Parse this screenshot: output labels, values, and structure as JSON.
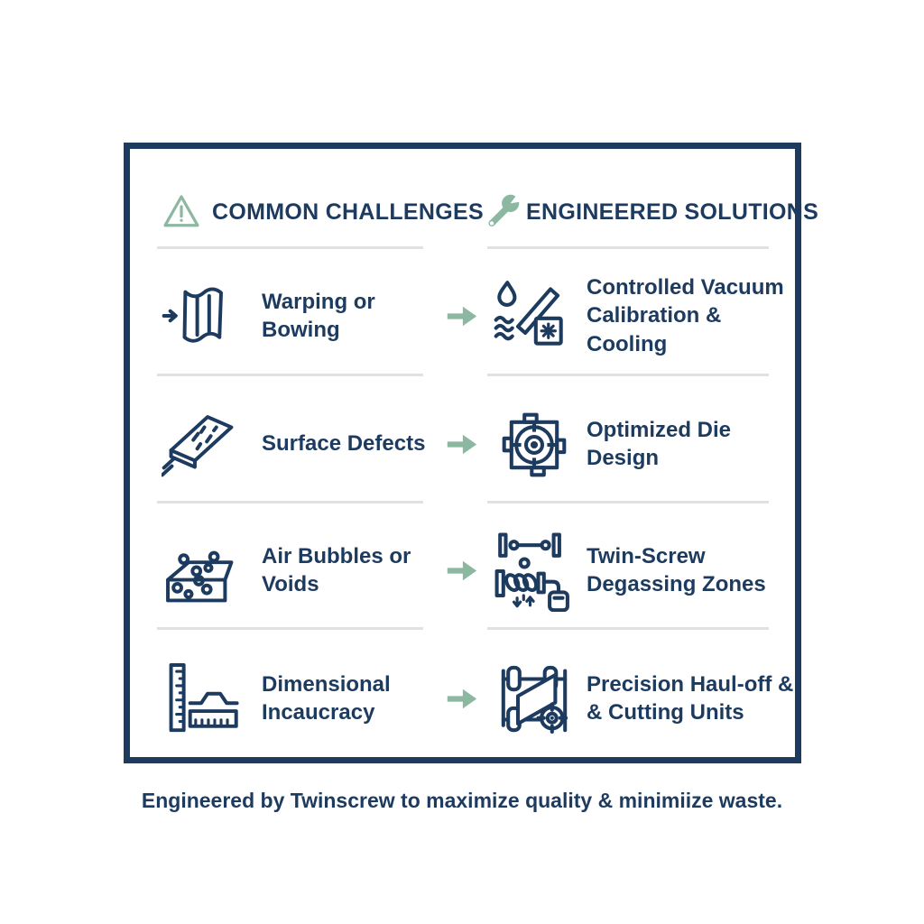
{
  "panel": {
    "header": {
      "challenges": {
        "icon": "warning-triangle-icon",
        "label": "COMMON CHALLENGES"
      },
      "solutions": {
        "icon": "wrench-icon",
        "label": "ENGINEERED SOLUTIONS"
      }
    },
    "rows": [
      {
        "challenge": {
          "icon": "warped-sheet-icon",
          "label": "Warping or Bowing"
        },
        "arrow_icon": "arrow-right-icon",
        "solution": {
          "icon": "vacuum-calibration-cooling-icon",
          "label": "Controlled Vacuum\nCalibration & Cooling"
        }
      },
      {
        "challenge": {
          "icon": "surface-defects-icon",
          "label": "Surface Defects"
        },
        "arrow_icon": "arrow-right-icon",
        "solution": {
          "icon": "die-plate-icon",
          "label": "Optimized Die Design"
        }
      },
      {
        "challenge": {
          "icon": "air-bubbles-icon",
          "label": "Air Bubbles or Voids"
        },
        "arrow_icon": "arrow-right-icon",
        "solution": {
          "icon": "twin-screw-degassing-icon",
          "label": "Twin-Screw\nDegassing Zones"
        }
      },
      {
        "challenge": {
          "icon": "dimension-ruler-icon",
          "label": "Dimensional\nIncaucracy"
        },
        "arrow_icon": "arrow-right-icon",
        "solution": {
          "icon": "haul-off-cutter-icon",
          "label": "Precision Haul-off &\n& Cutting Units"
        }
      }
    ]
  },
  "footer": {
    "caption": "Engineered by Twinscrew to maximize quality & minimiize waste."
  },
  "colors": {
    "navy": "#1d3a5f",
    "sage_green": "#8cb8a1",
    "divider_gray": "#e1e1e1",
    "background": "#ffffff"
  }
}
